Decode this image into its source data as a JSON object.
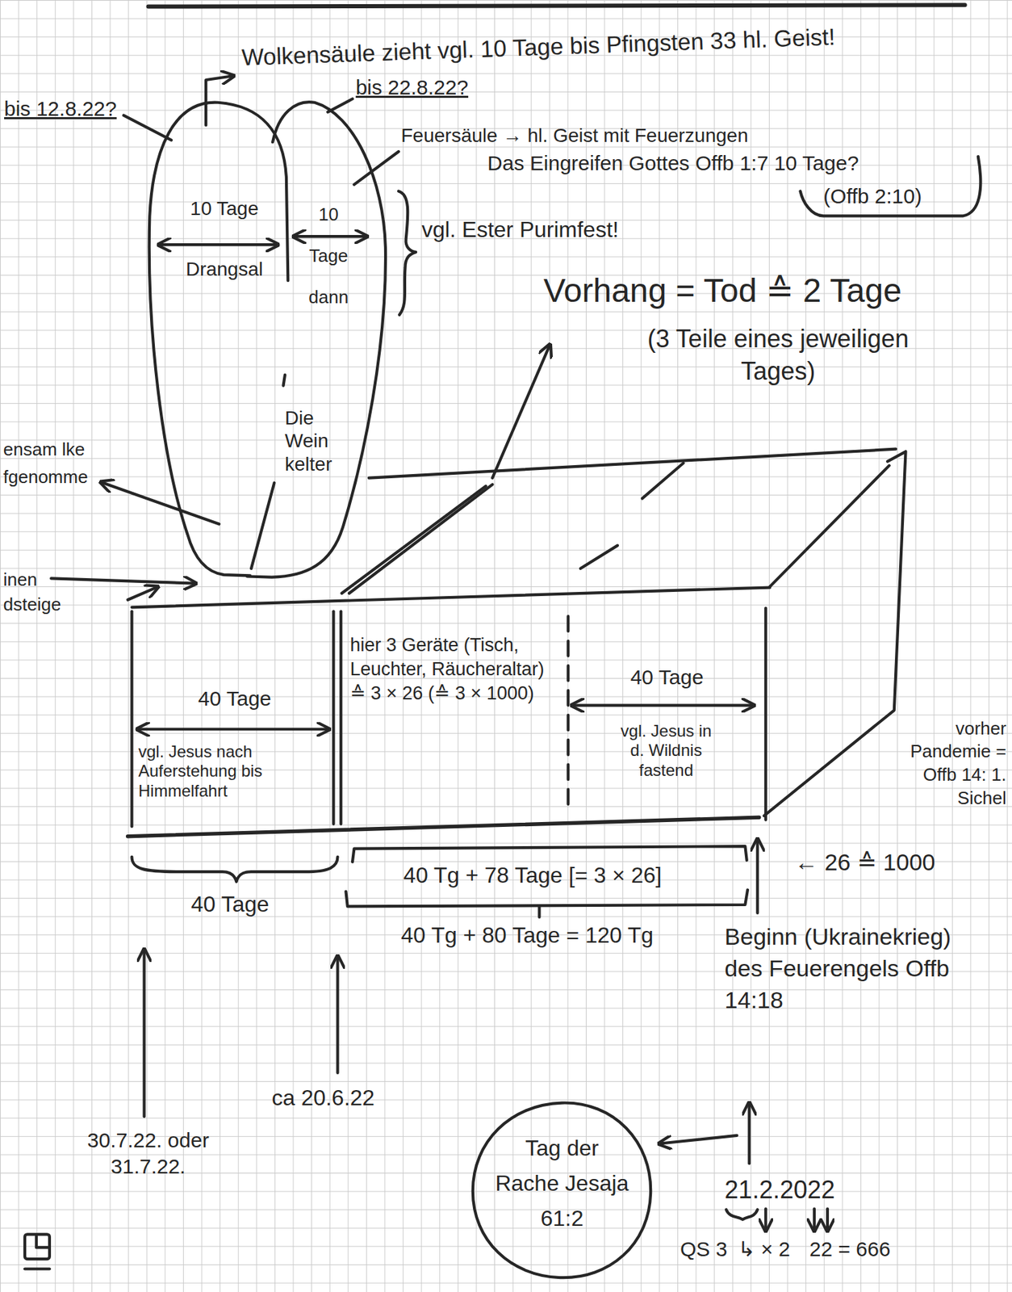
{
  "diagram": {
    "nodes": [
      {
        "text": [
          "10 Tage",
          "Drangsal"
        ]
      },
      {
        "text": [
          "10 Tage dann",
          "Die Wein kelter"
        ]
      },
      {
        "text": [
          "40 Tage",
          "vgl. Jesus nach Auferstehung bis Himmelfahrt"
        ]
      },
      {
        "text": [
          "hier 3 Geräte (Tisch, Leuchter, Räucheraltar) ≙ 3 × 26 (≙ 3 × 1000)"
        ]
      },
      {
        "text": [
          "40 Tage",
          "vgl. Jesus in d. Wildnis fastend"
        ]
      },
      {
        "text": [
          "Tag der Rache Jesaja 61:2"
        ]
      }
    ],
    "labels": [
      "Wolkensäule zieht vgl. 10 Tage bis Pfingsten 33 hl. Geist!",
      "bis 12.8.22?",
      "bis 22.8.22?",
      "Feuersäule → hl. Geist mit Feuerzungen",
      "Das Eingreifen Gottes Offb 1:7 10 Tage?",
      "(Offb 2:10)",
      "vgl. Ester Purimfest!",
      "Vorhang = Tod ≙ 2 Tage",
      "(3 Teile eines jeweiligen Tages)",
      "ensam lke fgenomme",
      "inen dsteige",
      "vorher Pandemie = Offb 14: 1. Sichel",
      "40 Tage",
      "40 Tg + 78 Tage [= 3 × 26]",
      "40 Tg + 80 Tage = 120 Tg",
      "← 26 ≙ 1000",
      "Beginn (Ukrainekrieg) des Feuerengels Offb 14:18",
      "30.7.22. oder 31.7.22.",
      "ca 20.6.22",
      "21.2.2022",
      "QS 3",
      "↳ × 2",
      "22 = 666"
    ]
  }
}
